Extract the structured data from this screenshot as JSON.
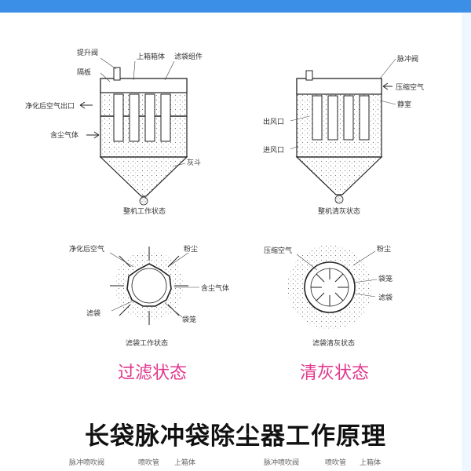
{
  "top_diagrams": {
    "left": {
      "labels": {
        "lift_valve": "提升阀",
        "partition": "隔板",
        "upper_box": "上箱箱体",
        "filter_bag_assembly": "滤袋组件",
        "clean_air_outlet": "净化后空气出口",
        "dusty_gas": "含尘气体",
        "ash_hopper": "灰斗"
      },
      "caption": "整机工作状态"
    },
    "right": {
      "labels": {
        "pulse_valve": "脉冲阀",
        "compressed_air": "压缩空气",
        "clean_chamber": "静室",
        "outlet": "出风口",
        "inlet": "进风口"
      },
      "caption": "整机清灰状态"
    }
  },
  "bottom_diagrams": {
    "left": {
      "labels": {
        "clean_air": "净化后空气",
        "dust": "粉尘",
        "dusty_gas": "含尘气体",
        "filter_bag": "滤袋",
        "cage": "袋笼"
      },
      "caption": "滤袋工作状态"
    },
    "right": {
      "labels": {
        "compressed_air": "压缩空气",
        "dust": "粉尘",
        "cage": "袋笼",
        "filter_bag": "滤袋"
      },
      "caption": "滤袋清灰状态"
    }
  },
  "status_captions": {
    "filtering": "过滤状态",
    "cleaning": "清灰状态"
  },
  "colors": {
    "accent_band": "#3b8fe6",
    "status_caption": "#e0388c"
  },
  "main_title": "长袋脉冲袋除尘器工作原理",
  "footer": {
    "left": [
      "脉冲喷吹阀",
      "喷吹管",
      "上箱体"
    ],
    "right": [
      "脉冲喷吹阀",
      "喷吹管",
      "上箱体"
    ]
  }
}
